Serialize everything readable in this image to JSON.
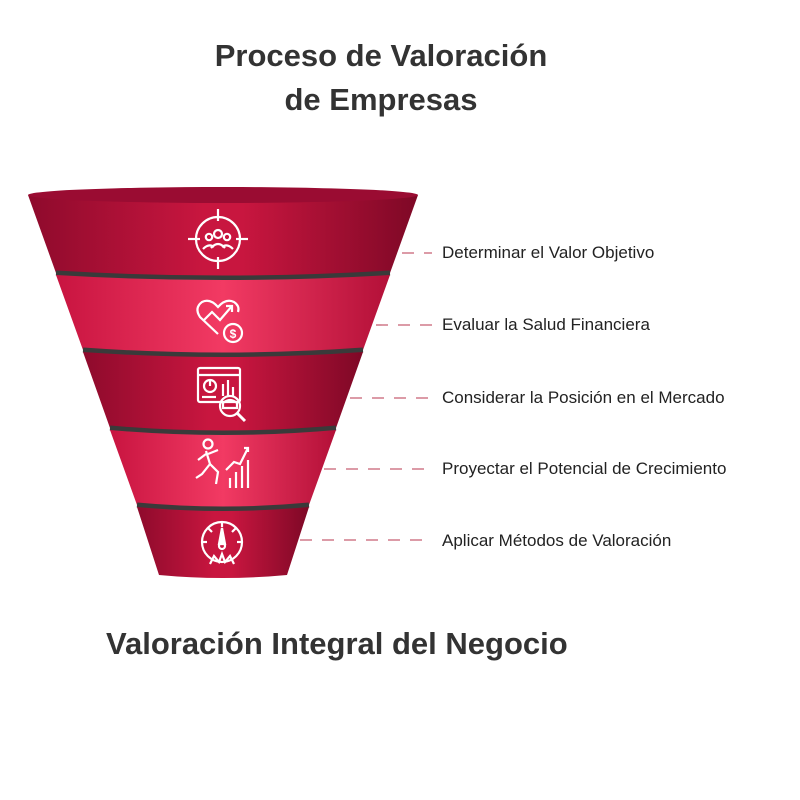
{
  "title": {
    "line1": "Proceso de Valoración",
    "line2": "de Empresas"
  },
  "stages": [
    {
      "label": "Determinar el Valor Objetivo",
      "icon": "target-group-icon"
    },
    {
      "label": "Evaluar la Salud Financiera",
      "icon": "heart-growth-dollar-icon"
    },
    {
      "label": "Considerar la Posición en el Mercado",
      "icon": "market-analysis-icon"
    },
    {
      "label": "Proyectar el Potencial de Crecimiento",
      "icon": "runner-growth-icon"
    },
    {
      "label": "Aplicar Métodos de Valoración",
      "icon": "speedometer-icon"
    }
  ],
  "result": "Valoración Integral del Negocio",
  "colors": {
    "dark_red": "#b3103a",
    "bright_red": "#e8224e",
    "separator": "#3a3a3a",
    "connector": "#d07a8a"
  }
}
